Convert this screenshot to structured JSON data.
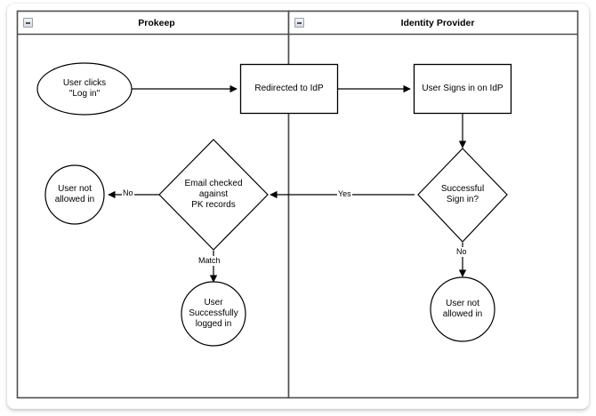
{
  "diagram": {
    "type": "swimlane-flowchart",
    "pools": [
      {
        "id": "prokeep",
        "title": "Prokeep",
        "collapse_icon": "collapse-minus-icon"
      },
      {
        "id": "identity-provider",
        "title": "Identity Provider",
        "collapse_icon": "collapse-minus-icon"
      }
    ],
    "nodes": [
      {
        "id": "user-clicks-login",
        "shape": "ellipse",
        "pool": "prokeep",
        "label": "User clicks\n\"Log in\""
      },
      {
        "id": "redirected-to-idp",
        "shape": "rectangle",
        "pool": "prokeep",
        "label": "Redirected to IdP"
      },
      {
        "id": "user-signs-in-on-idp",
        "shape": "rectangle",
        "pool": "identity-provider",
        "label": "User Signs in on IdP"
      },
      {
        "id": "successful-sign-in",
        "shape": "diamond",
        "pool": "identity-provider",
        "label": "Successful\nSign in?"
      },
      {
        "id": "email-checked-against-pk-records",
        "shape": "diamond",
        "pool": "prokeep",
        "label": "Email checked\nagainst\nPK records"
      },
      {
        "id": "user-not-allowed-in-left",
        "shape": "circle",
        "pool": "prokeep",
        "label": "User not\nallowed in"
      },
      {
        "id": "user-successfully-logged-in",
        "shape": "circle",
        "pool": "prokeep",
        "label": "User\nSuccessfully\nlogged in"
      },
      {
        "id": "user-not-allowed-in-right",
        "shape": "circle",
        "pool": "identity-provider",
        "label": "User not\nallowed in"
      }
    ],
    "edges": [
      {
        "id": "login-to-redirect",
        "from": "user-clicks-login",
        "to": "redirected-to-idp",
        "label": ""
      },
      {
        "id": "redirect-to-signin",
        "from": "redirected-to-idp",
        "to": "user-signs-in-on-idp",
        "label": ""
      },
      {
        "id": "signin-to-decision",
        "from": "user-signs-in-on-idp",
        "to": "successful-sign-in",
        "label": ""
      },
      {
        "id": "decision-yes-to-email-check",
        "from": "successful-sign-in",
        "to": "email-checked-against-pk-records",
        "label": "Yes"
      },
      {
        "id": "decision-no-to-not-allowed",
        "from": "successful-sign-in",
        "to": "user-not-allowed-in-right",
        "label": "No"
      },
      {
        "id": "email-no-to-not-allowed",
        "from": "email-checked-against-pk-records",
        "to": "user-not-allowed-in-left",
        "label": "No"
      },
      {
        "id": "email-match-to-logged-in",
        "from": "email-checked-against-pk-records",
        "to": "user-successfully-logged-in",
        "label": "Match"
      }
    ],
    "colors": {
      "stroke": "#000000",
      "pool_border": "#4d4d4d",
      "node_fill": "#ffffff",
      "page_background": "#ffffff",
      "text": "#000000"
    }
  }
}
